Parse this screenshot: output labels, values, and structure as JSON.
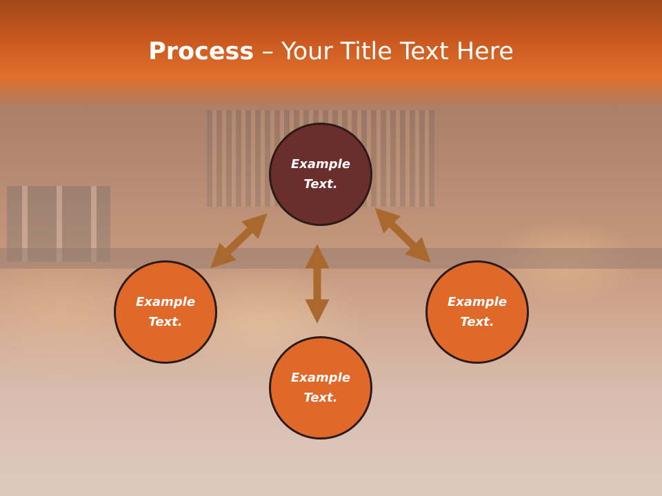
{
  "slide": {
    "title_strong": "Process",
    "title_rest": " – Your Title Text Here"
  },
  "nodes": {
    "top": "Example\nText.",
    "left": "Example\nText.",
    "right": "Example\nText.",
    "bottom": "Example\nText."
  },
  "colors": {
    "header": "#e0702c",
    "node_top": "#6a2f2c",
    "node_orange": "#e0692a",
    "node_border": "#2b1a17",
    "arrow": "#a9692e"
  }
}
